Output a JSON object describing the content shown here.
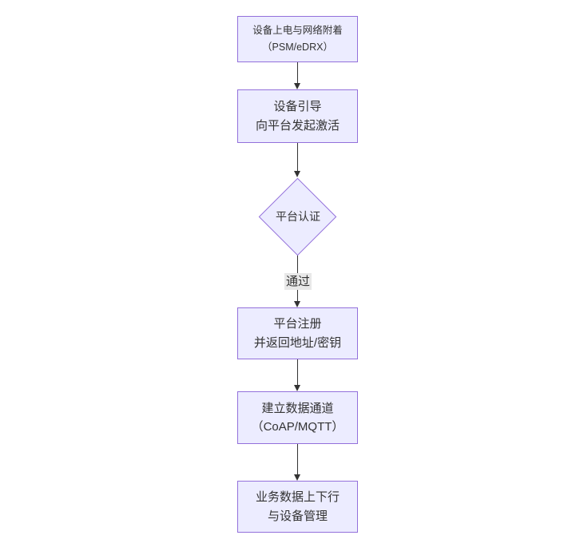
{
  "colors": {
    "background": "#ffffff",
    "node_fill": "#ECECFF",
    "node_border": "#9370DB",
    "edge_color": "#333333",
    "text_color": "#333333",
    "edge_label_bg": "#e8e8e8"
  },
  "flowchart": {
    "direction": "top-down",
    "nodes": [
      {
        "id": "power-attach",
        "type": "process",
        "lines": [
          "设备上电与网络附着",
          "（PSM/eDRX）"
        ]
      },
      {
        "id": "bootstrap",
        "type": "process",
        "lines": [
          "设备引导",
          "向平台发起激活"
        ]
      },
      {
        "id": "platform-auth",
        "type": "decision",
        "lines": [
          "平台认证"
        ]
      },
      {
        "id": "platform-register",
        "type": "process",
        "lines": [
          "平台注册",
          "并返回地址/密钥"
        ]
      },
      {
        "id": "data-channel",
        "type": "process",
        "lines": [
          "建立数据通道",
          "（CoAP/MQTT）"
        ]
      },
      {
        "id": "business-data",
        "type": "process",
        "lines": [
          "业务数据上下行",
          "与设备管理"
        ]
      }
    ],
    "edges": [
      {
        "from": "power-attach",
        "to": "bootstrap",
        "label": ""
      },
      {
        "from": "bootstrap",
        "to": "platform-auth",
        "label": ""
      },
      {
        "from": "platform-auth",
        "to": "platform-register",
        "label": "通过"
      },
      {
        "from": "platform-register",
        "to": "data-channel",
        "label": ""
      },
      {
        "from": "data-channel",
        "to": "business-data",
        "label": ""
      }
    ]
  }
}
